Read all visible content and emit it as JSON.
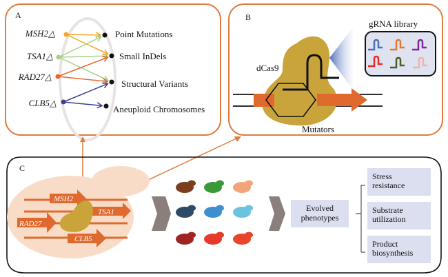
{
  "panelA": {
    "label": "A",
    "genes": [
      "MSH2△",
      "TSA1△",
      "RAD27△",
      "CLB5△"
    ],
    "outcomes": [
      "Point Mutations",
      "Small InDels",
      "Structural Variants",
      "Aneuploid Chromosomes"
    ],
    "colors": {
      "MSH2": "#f5a623",
      "TSA1": "#a6d08a",
      "RAD27": "#e8682a",
      "CLB5": "#3b3f8c",
      "border": "#e07b3c"
    }
  },
  "panelB": {
    "label": "B",
    "protein": "dCas9",
    "library_title": "gRNA library",
    "caption": "Mutators",
    "grna_colors": [
      "#4a6fb5",
      "#e8772a",
      "#7a2a9c",
      "#e82a2a",
      "#4e5a22",
      "#f0b0b0"
    ]
  },
  "panelC": {
    "label": "C",
    "genes": [
      "MSH2",
      "TSA1",
      "RAD27",
      "CLB5"
    ],
    "cell_colors": [
      "#7b3f1e",
      "#3a9a3a",
      "#f2a57a",
      "#2e4a66",
      "#3f8fcf",
      "#6cc3e0",
      "#a02424",
      "#e83a2a",
      "#e8452a"
    ],
    "center_box": "Evolved phenotypes",
    "phenotypes": [
      "Stress resistance",
      "Substrate utilization",
      "Product biosynthesis"
    ],
    "phenotype_lines": [
      [
        "Stress",
        "resistance"
      ],
      [
        "Substrate",
        "utilization"
      ],
      [
        "Product",
        "biosynthesis"
      ]
    ],
    "center_lines": [
      "Evolved",
      "phenotypes"
    ]
  }
}
